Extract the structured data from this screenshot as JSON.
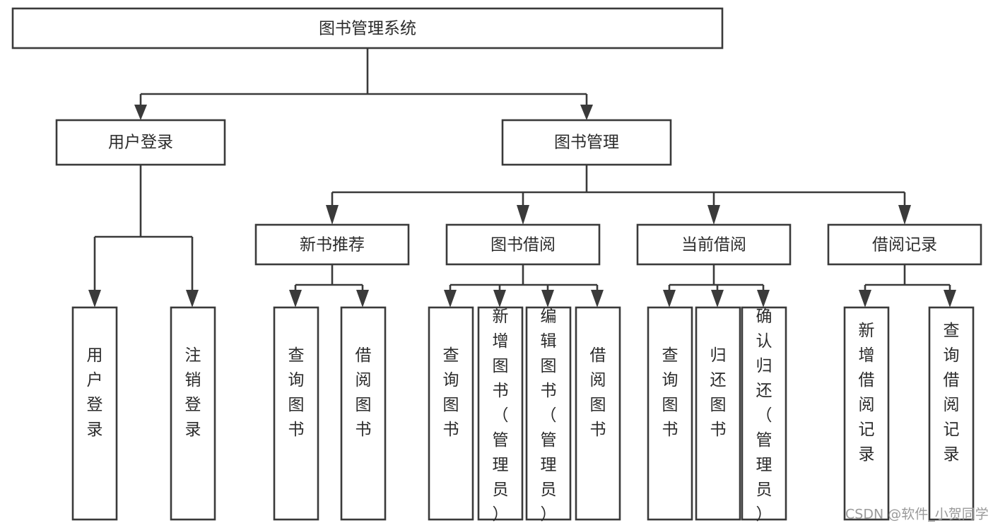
{
  "diagram": {
    "type": "tree",
    "title": "图书管理系统",
    "background_color": "#ffffff",
    "box_stroke_color": "#3a3a3a",
    "box_fill_color": "#ffffff",
    "text_color": "#2b2b2b",
    "connector_color": "#3a3a3a"
  },
  "root": {
    "label": "图书管理系统"
  },
  "level2": {
    "user_login": {
      "label": "用户登录"
    },
    "book_manage": {
      "label": "图书管理"
    }
  },
  "level3": {
    "new_book_recommend": {
      "label": "新书推荐"
    },
    "book_borrow": {
      "label": "图书借阅"
    },
    "current_borrow": {
      "label": "当前借阅"
    },
    "borrow_record": {
      "label": "借阅记录"
    }
  },
  "leaves": {
    "user_login": [
      {
        "label": "用户登录"
      },
      {
        "label": "注销登录"
      }
    ],
    "new_book_recommend": [
      {
        "label": "查询图书"
      },
      {
        "label": "借阅图书"
      }
    ],
    "book_borrow": [
      {
        "label": "查询图书"
      },
      {
        "label": "新增图书（管理员）"
      },
      {
        "label": "编辑图书（管理员）"
      },
      {
        "label": "借阅图书"
      }
    ],
    "current_borrow": [
      {
        "label": "查询图书"
      },
      {
        "label": "归还图书"
      },
      {
        "label": "确认归还（管理员）"
      }
    ],
    "borrow_record": [
      {
        "label": "新增借阅记录"
      },
      {
        "label": "查询借阅记录"
      }
    ]
  },
  "watermark": {
    "label": "CSDN @软件_小贺同学"
  }
}
